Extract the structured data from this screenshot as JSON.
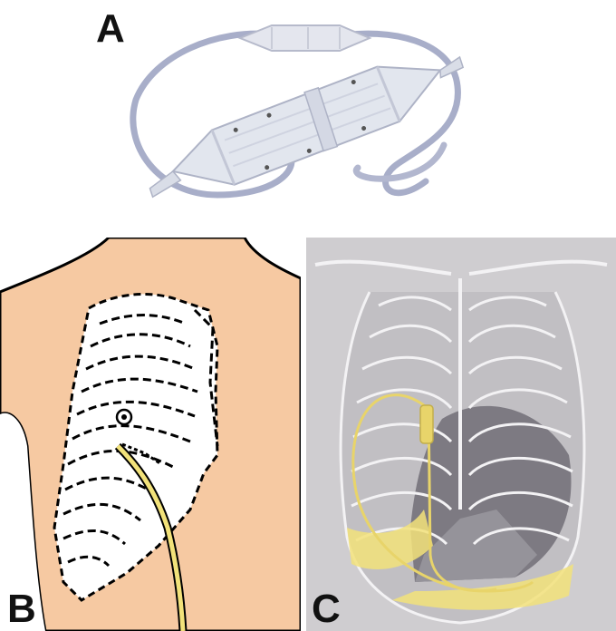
{
  "panels": [
    {
      "id": "A",
      "label": "A"
    },
    {
      "id": "B",
      "label": "B"
    },
    {
      "id": "C",
      "label": "C"
    }
  ],
  "colors": {
    "skin": "#f6c9a2",
    "ribs_outline": "#000000",
    "lead_yellow": "#f2e27a",
    "xray_background": "#cfcdd0",
    "heart_shadow": "#7d7a82",
    "device_glass": "#dfe3ea"
  }
}
